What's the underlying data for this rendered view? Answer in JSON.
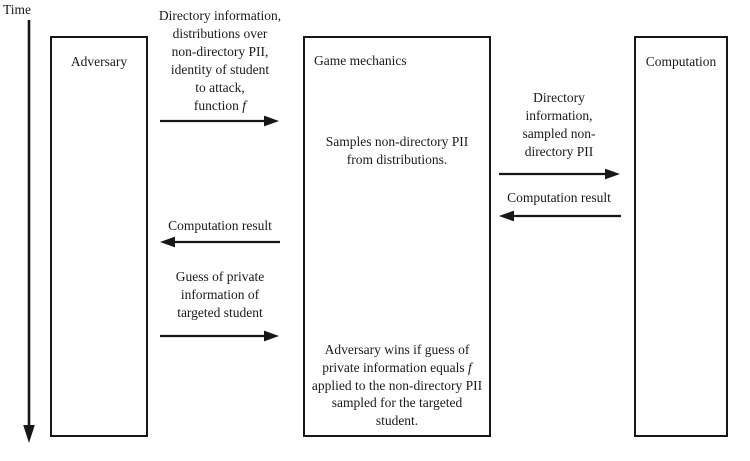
{
  "diagram": {
    "title": "Privacy game sequence diagram",
    "type": "sequence-diagram",
    "background_color": "#ffffff",
    "line_color": "#17171a",
    "text_color": "#1a1a1a"
  },
  "time_axis": {
    "label": "Time",
    "direction": "downward",
    "icon": "down-arrow-icon"
  },
  "lifelines": [
    {
      "id": "adversary",
      "title": "Adversary",
      "body": []
    },
    {
      "id": "game-mechanics",
      "title": "Game mechanics",
      "title_align": "left",
      "body": [
        {
          "id": "samples-note",
          "align": "center",
          "text": "Samples non-directory PII from distributions."
        },
        {
          "id": "win-condition-note",
          "align": "center",
          "text_before_f": "Adversary wins if guess of private information equals ",
          "f_symbol": "f",
          "text_after_f": " applied to the non-directory PII sampled for the targeted student."
        }
      ]
    },
    {
      "id": "computation",
      "title": "Computation",
      "body": []
    }
  ],
  "messages": [
    {
      "id": "msg-directory-info",
      "from": "adversary",
      "to": "game-mechanics",
      "direction": "right",
      "label_lines": [
        "Directory information,",
        "distributions over",
        "non-directory PII,",
        "identity of student",
        "to attack,",
        "function f"
      ],
      "label_has_italic_f": true,
      "arrow_icon": "arrow-right-icon"
    },
    {
      "id": "msg-directory-info-sampled",
      "from": "game-mechanics",
      "to": "computation",
      "direction": "right",
      "label_lines": [
        "Directory",
        "information,",
        "sampled non-",
        "directory PII"
      ],
      "arrow_icon": "arrow-right-icon"
    },
    {
      "id": "msg-computation-result-right",
      "from": "computation",
      "to": "game-mechanics",
      "direction": "left",
      "label_lines": [
        "Computation result"
      ],
      "arrow_icon": "arrow-left-icon"
    },
    {
      "id": "msg-computation-result-left",
      "from": "game-mechanics",
      "to": "adversary",
      "direction": "left",
      "label_lines": [
        "Computation result"
      ],
      "arrow_icon": "arrow-left-icon"
    },
    {
      "id": "msg-guess",
      "from": "adversary",
      "to": "game-mechanics",
      "direction": "right",
      "label_lines": [
        "Guess of private",
        "information of",
        "targeted student"
      ],
      "arrow_icon": "arrow-right-icon"
    }
  ]
}
